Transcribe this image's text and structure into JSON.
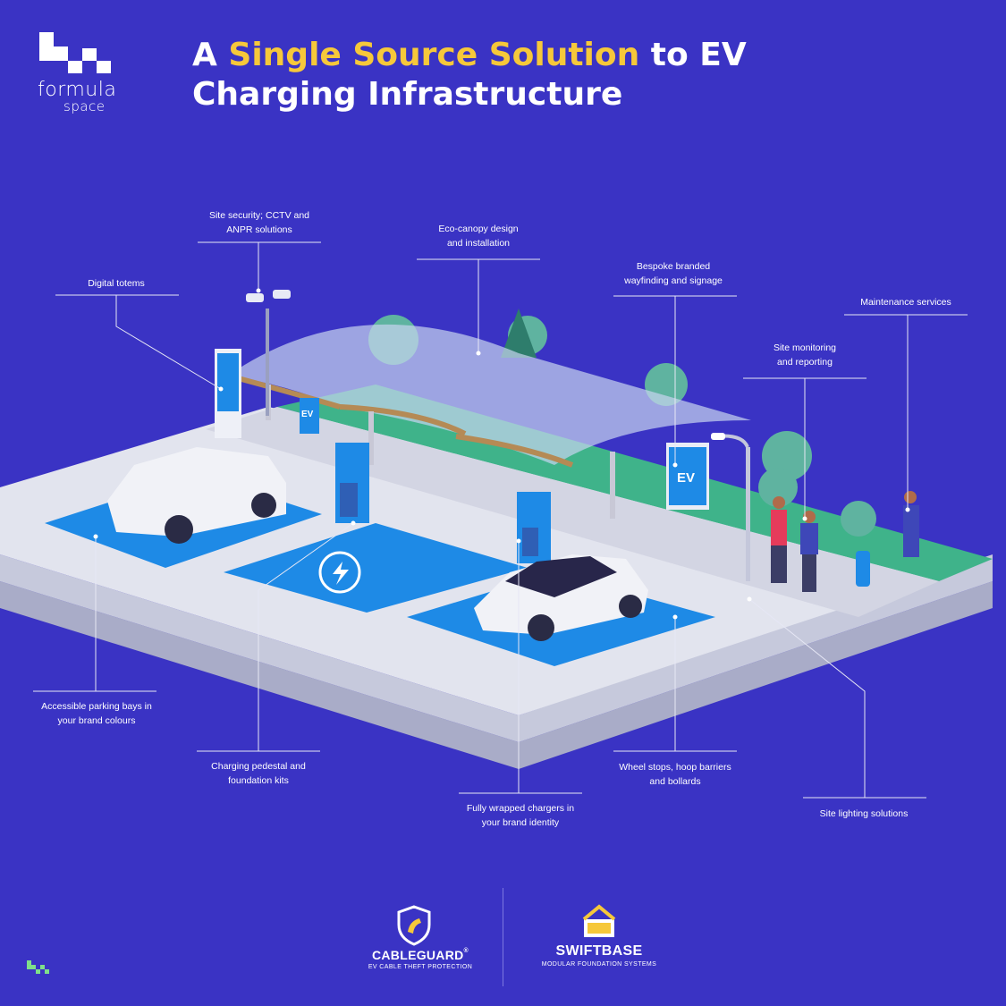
{
  "brand": {
    "logo_word_1": "formula",
    "logo_word_2": "space"
  },
  "title": {
    "part1": "A ",
    "highlight": "Single Source Solution",
    "part2": " to EV",
    "line2": "Charging Infrastructure",
    "highlight_color": "#f6c83a"
  },
  "colors": {
    "background": "#3a33c4",
    "bay_blue": "#1e8ae6",
    "grass": "#3fb38a",
    "ground": "#d9dbe6"
  },
  "callouts": {
    "site_security": {
      "line1": "Site security; CCTV and",
      "line2": "ANPR solutions"
    },
    "eco_canopy": {
      "line1": "Eco-canopy design",
      "line2": "and installation"
    },
    "digital_totems": {
      "line1": "Digital totems"
    },
    "bespoke_branded": {
      "line1": "Bespoke branded",
      "line2": "wayfinding and signage"
    },
    "maintenance": {
      "line1": "Maintenance services"
    },
    "site_monitoring": {
      "line1": "Site monitoring",
      "line2": "and reporting"
    },
    "accessible_bays": {
      "line1": "Accessible parking bays in",
      "line2": "your brand colours"
    },
    "charging_pedestal": {
      "line1": "Charging pedestal and",
      "line2": "foundation kits"
    },
    "fully_wrapped": {
      "line1": "Fully wrapped chargers in",
      "line2": "your brand identity"
    },
    "wheel_stops": {
      "line1": "Wheel stops, hoop barriers",
      "line2": "and bollards"
    },
    "site_lighting": {
      "line1": "Site lighting solutions"
    }
  },
  "signage": {
    "ev_text": "EV"
  },
  "partners": {
    "cableguard": {
      "name": "CABLEGUARD",
      "mark": "®",
      "subtitle": "EV CABLE THEFT PROTECTION",
      "icon": "shield-icon"
    },
    "swiftbase": {
      "name": "SWIFTBASE",
      "subtitle": "MODULAR FOUNDATION SYSTEMS",
      "icon": "box-icon"
    }
  }
}
